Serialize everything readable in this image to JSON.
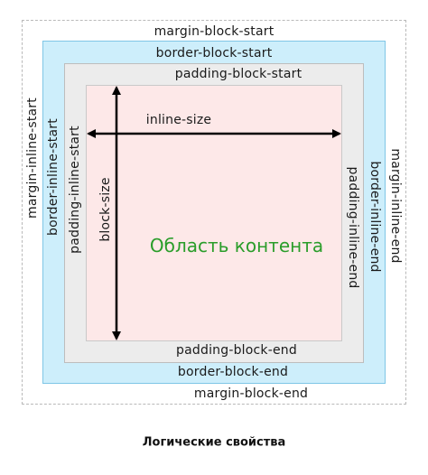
{
  "labels": {
    "margin_block_start": "margin-block-start",
    "margin_block_end": "margin-block-end",
    "margin_inline_start": "margin-inline-start",
    "margin_inline_end": "margin-inline-end",
    "border_block_start": "border-block-start",
    "border_block_end": "border-block-end",
    "border_inline_start": "border-inline-start",
    "border_inline_end": "border-inline-end",
    "padding_block_start": "padding-block-start",
    "padding_block_end": "padding-block-end",
    "padding_inline_start": "padding-inline-start",
    "padding_inline_end": "padding-inline-end",
    "inline_size": "inline-size",
    "block_size": "block-size",
    "content": "Область контента"
  },
  "caption": "Логические свойства",
  "colors": {
    "margin_fill": "#ffffff",
    "border_fill": "#cdeefb",
    "padding_fill": "#ececec",
    "content_fill": "#fde8e8",
    "content_text": "#2a9d2a",
    "arrow": "#000000"
  }
}
